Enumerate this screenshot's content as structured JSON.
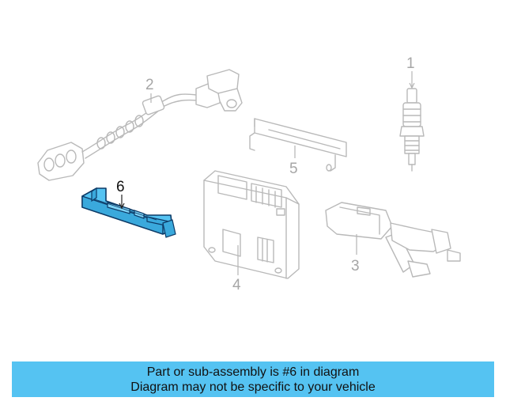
{
  "diagram": {
    "highlight_color": "#55c3f2",
    "callouts": [
      {
        "id": "spark-plug",
        "number": "1"
      },
      {
        "id": "wiring-sensor",
        "number": "2"
      },
      {
        "id": "cam-sensor",
        "number": "3"
      },
      {
        "id": "control-module",
        "number": "4"
      },
      {
        "id": "mount-bracket",
        "number": "5"
      },
      {
        "id": "highlighted-bracket",
        "number": "6"
      }
    ],
    "highlighted_part": "6"
  },
  "banner": {
    "line1": "Part or sub-assembly is #6 in diagram",
    "line2": "Diagram may not be specific to your vehicle",
    "background": "#55c3f2"
  }
}
